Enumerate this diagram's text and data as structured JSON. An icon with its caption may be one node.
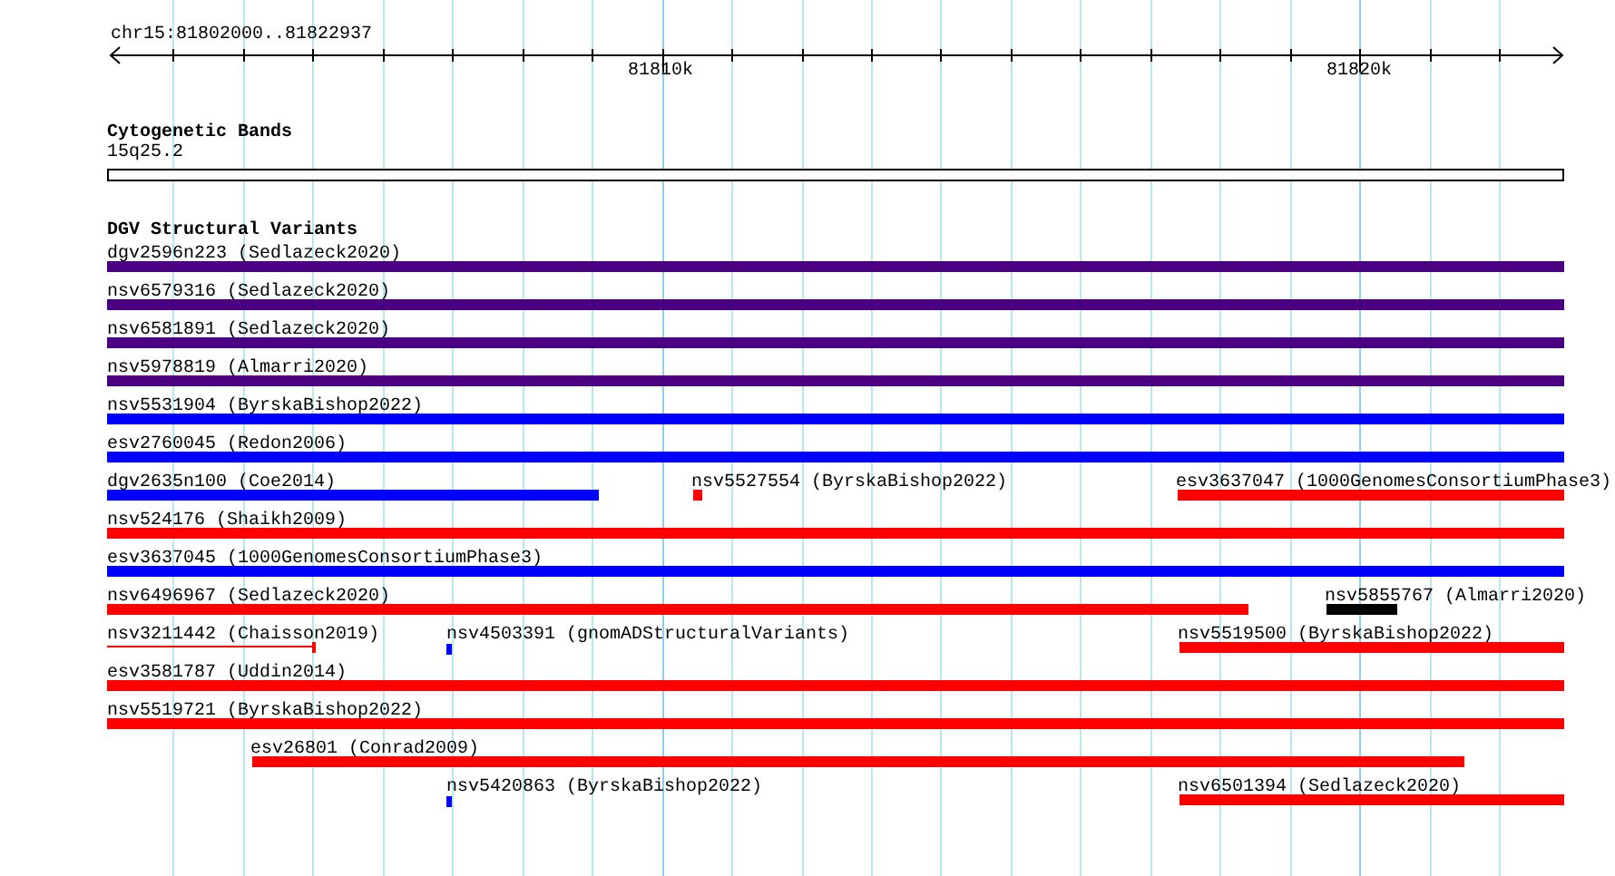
{
  "diagram": {
    "nodes": [
      {
        "text": [
          "15q25.2"
        ]
      },
      {
        "text": [
          "dgv2596n223 (Sedlazeck2020)"
        ]
      },
      {
        "text": [
          "nsv6579316 (Sedlazeck2020)"
        ]
      },
      {
        "text": [
          "nsv6581891 (Sedlazeck2020)"
        ]
      },
      {
        "text": [
          "nsv5978819 (Almarri2020)"
        ]
      },
      {
        "text": [
          "nsv5531904 (ByrskaBishop2022)"
        ]
      },
      {
        "text": [
          "esv2760045 (Redon2006)"
        ]
      },
      {
        "text": [
          "dgv2635n100 (Coe2014)"
        ]
      },
      {
        "text": [
          "nsv5527554 (ByrskaBishop2022)"
        ]
      },
      {
        "text": [
          "esv3637047 (1000GenomesConsortiumPhase3)"
        ]
      },
      {
        "text": [
          "nsv524176 (Shaikh2009)"
        ]
      },
      {
        "text": [
          "esv3637045 (1000GenomesConsortiumPhase3)"
        ]
      },
      {
        "text": [
          "nsv6496967 (Sedlazeck2020)"
        ]
      },
      {
        "text": [
          "nsv5855767 (Almarri2020)"
        ]
      },
      {
        "text": [
          "nsv3211442 (Chaisson2019)"
        ]
      },
      {
        "text": [
          "nsv4503391 (gnomADStructuralVariants)"
        ]
      },
      {
        "text": [
          "nsv5519500 (ByrskaBishop2022)"
        ]
      },
      {
        "text": [
          "esv3581787 (Uddin2014)"
        ]
      },
      {
        "text": [
          "nsv5519721 (ByrskaBishop2022)"
        ]
      },
      {
        "text": [
          "esv26801 (Conrad2009)"
        ]
      },
      {
        "text": [
          "nsv5420863 (ByrskaBishop2022)"
        ]
      },
      {
        "text": [
          "nsv6501394 (Sedlazeck2020)"
        ]
      }
    ],
    "labels": [
      "chr15:81802000..81822937",
      "81810k",
      "81820k",
      "Cytogenetic Bands",
      "DGV Structural Variants"
    ]
  }
}
